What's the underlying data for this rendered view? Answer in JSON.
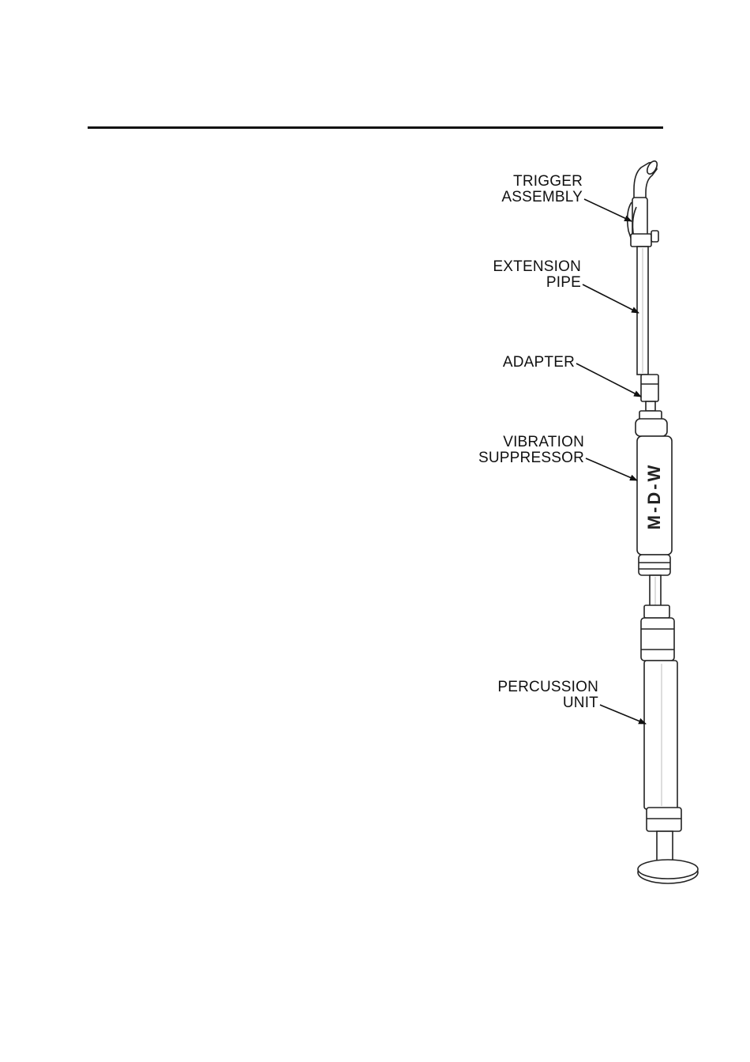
{
  "labels": {
    "trigger_assembly": {
      "line1": "TRIGGER",
      "line2": "ASSEMBLY"
    },
    "extension_pipe": {
      "line1": "EXTENSION",
      "line2": "PIPE"
    },
    "adapter": {
      "line1": "ADAPTER"
    },
    "vibration_suppressor": {
      "line1": "VIBRATION",
      "line2": "SUPPRESSOR"
    },
    "percussion_unit": {
      "line1": "PERCUSSION",
      "line2": "UNIT"
    }
  },
  "brand_mark": "M-D-W"
}
